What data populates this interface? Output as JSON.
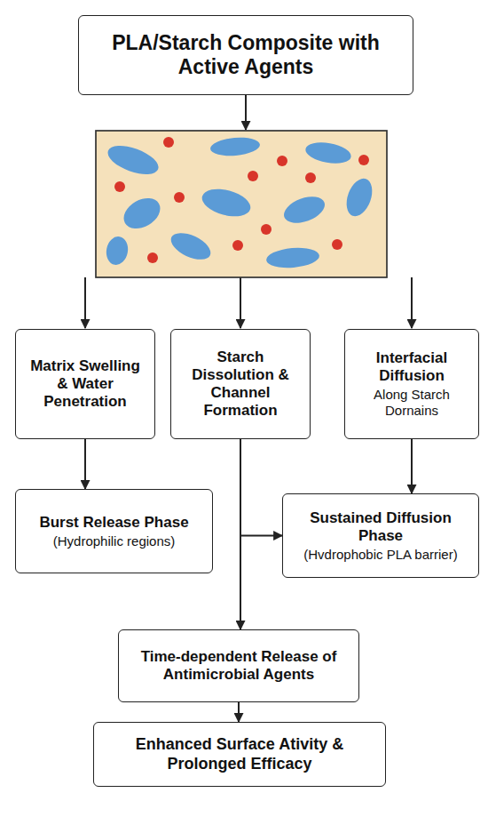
{
  "diagram": {
    "nodes": [
      {
        "text": [
          "PLA/Starch Composite with Active Agents"
        ]
      },
      {
        "text": [
          "Matrix Swelling & Water Penetration"
        ]
      },
      {
        "text": [
          "Starch Dissolution & Channel Formation"
        ]
      },
      {
        "text": [
          "Interfacial Diffusion",
          "Along Starch Dornains"
        ]
      },
      {
        "text": [
          "Burst Release Phase",
          "(Hydrophilic regions)"
        ]
      },
      {
        "text": [
          "Sustained Diffusion Phase",
          "(Hvdrophobic PLA barrier)"
        ]
      },
      {
        "text": [
          "Time-dependent Release of Antimicrobial Agents"
        ]
      },
      {
        "text": [
          "Enhanced Surface Ativity & Prolonged Efficacy"
        ]
      }
    ],
    "edges": [
      {
        "from": 1,
        "to": 4,
        "arrow": "to"
      },
      {
        "from": 2,
        "to": 5,
        "arrow": "to"
      },
      {
        "from": 2,
        "to": 6,
        "arrow": "to"
      },
      {
        "from": 3,
        "to": 5,
        "arrow": "to"
      },
      {
        "from": 6,
        "to": 7,
        "arrow": "to"
      }
    ]
  }
}
